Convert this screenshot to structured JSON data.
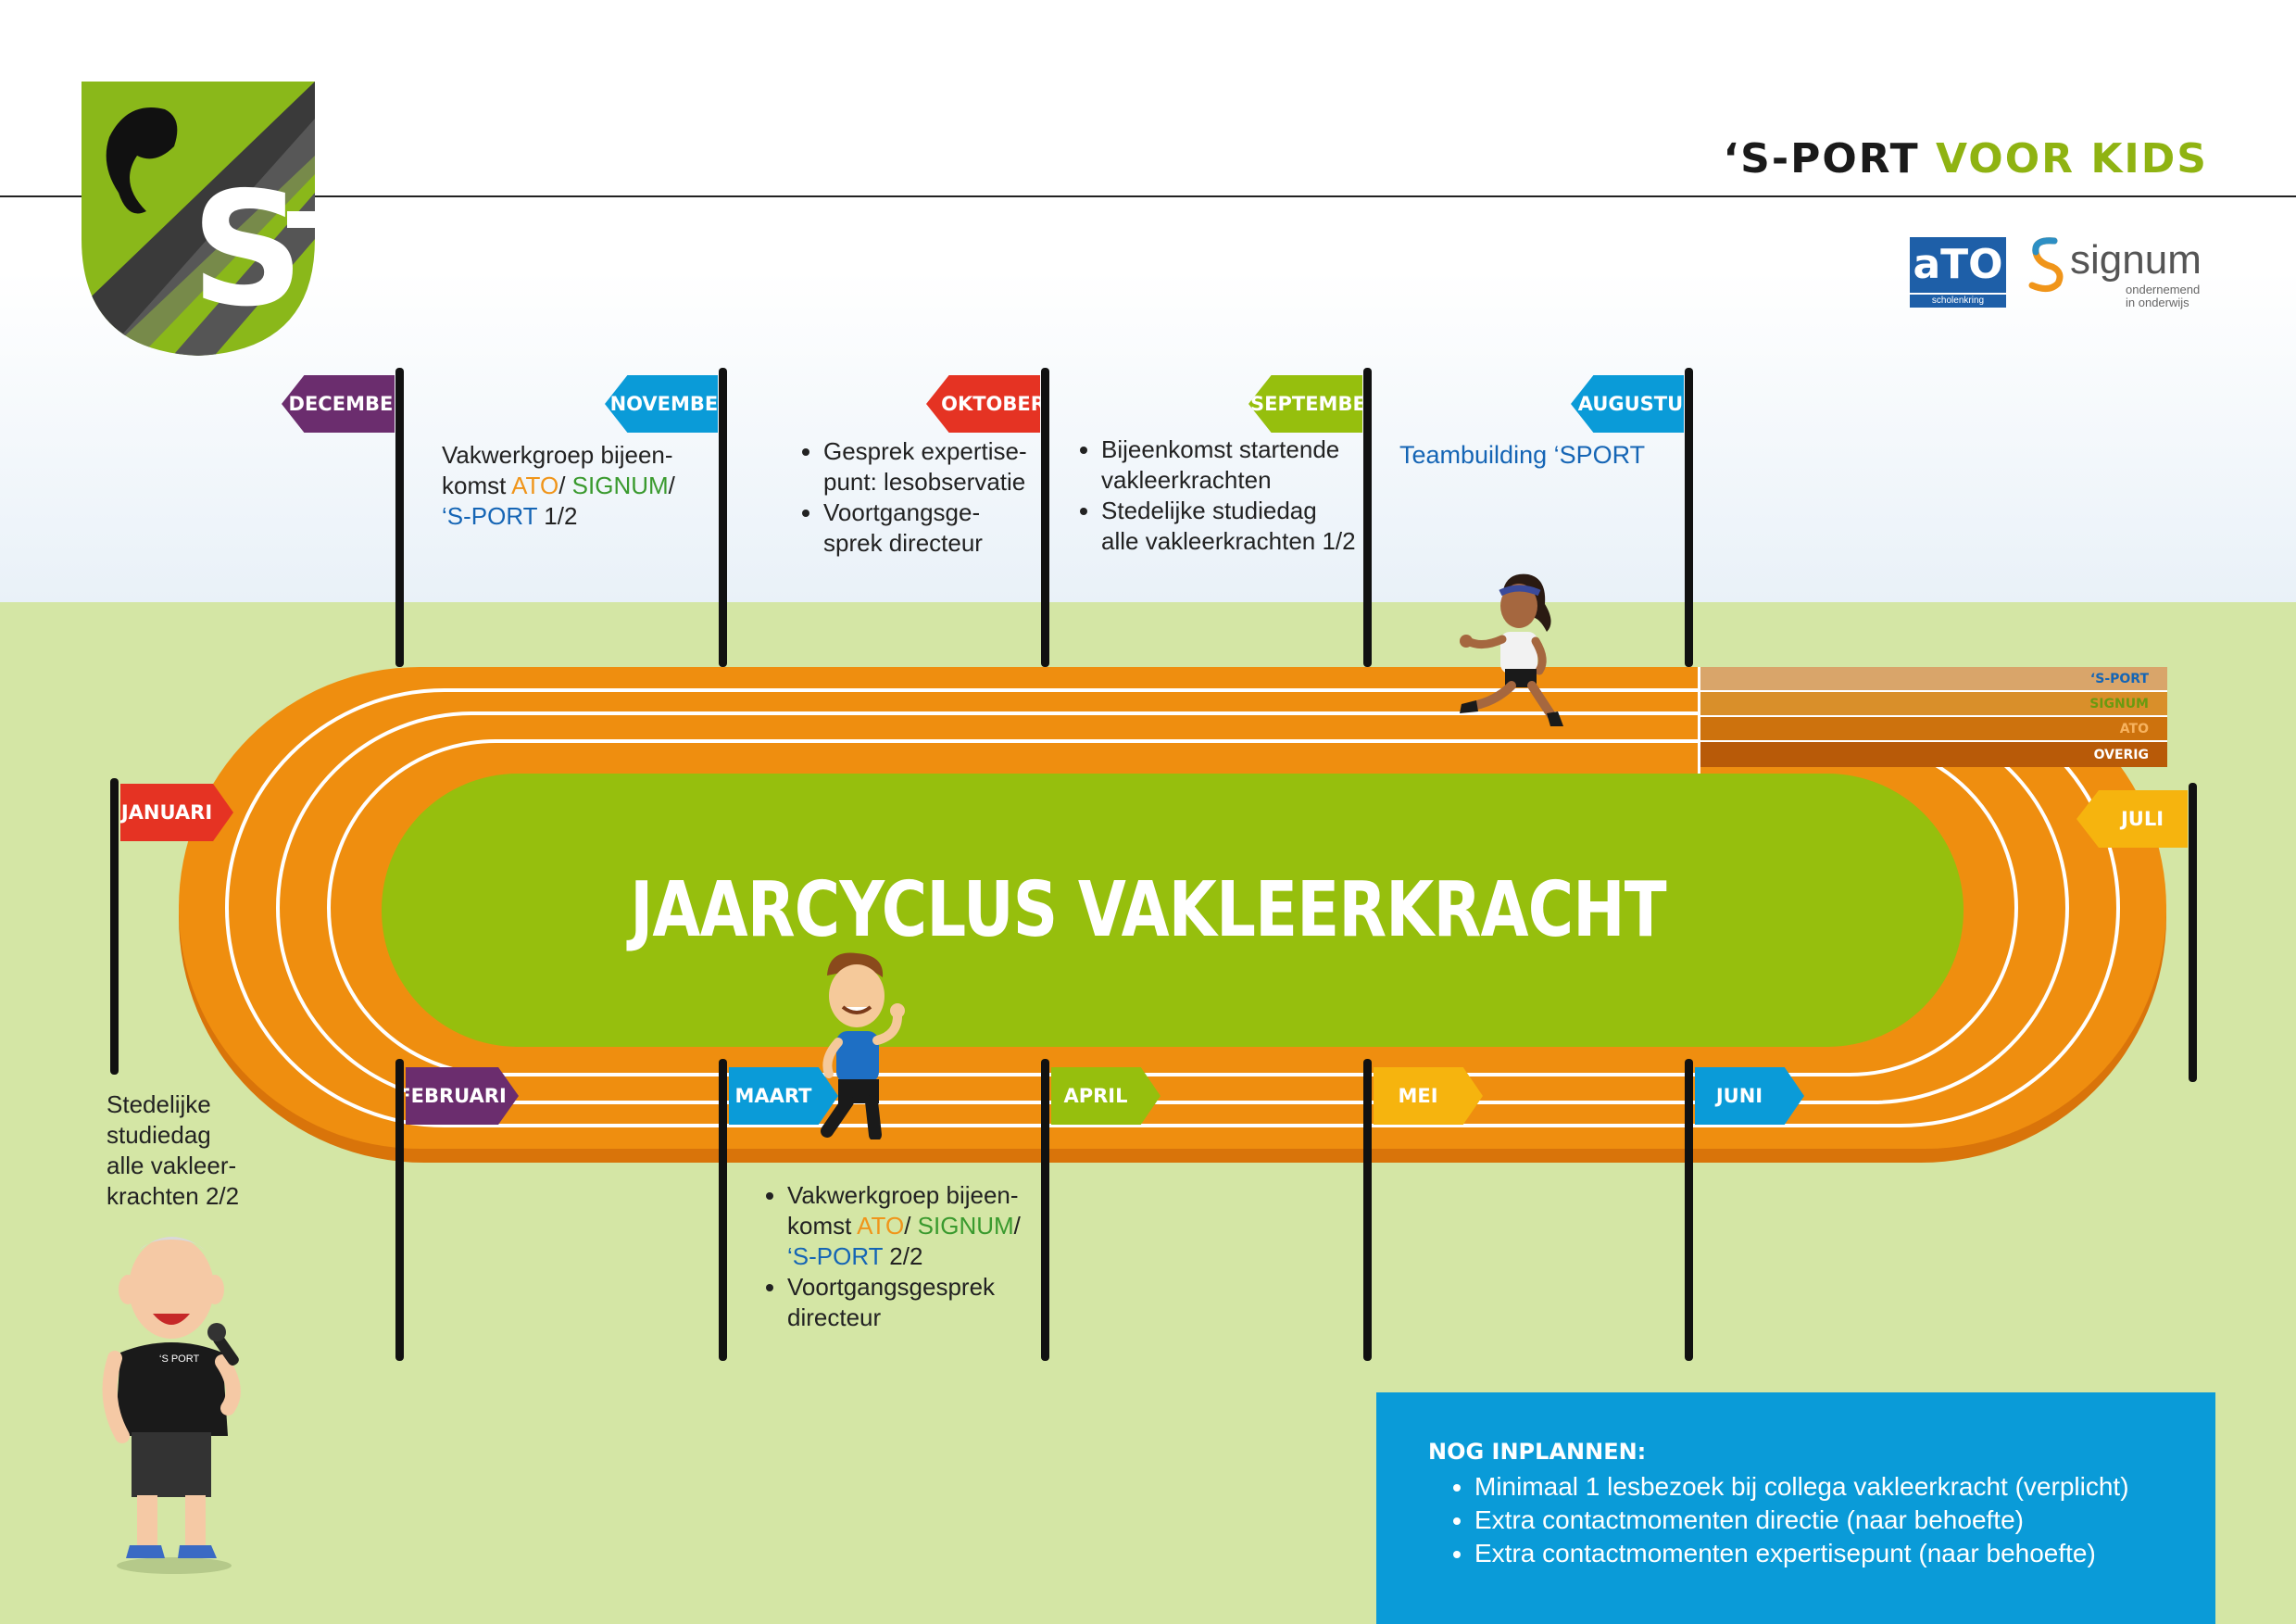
{
  "brand": {
    "part1": "‘S-PORT",
    "part2": "VOOR KIDS"
  },
  "logos": {
    "crest_letter": "S",
    "ato_mark": "aTO",
    "ato_sub": "scholenkring",
    "signum_word": "signum",
    "signum_sub1": "ondernemend",
    "signum_sub2": "in onderwijs"
  },
  "title": "JAARCYCLUS VAKLEERKRACHT",
  "colors": {
    "orange_track": "#ef8e0f",
    "lime": "#96bf0d",
    "purple": "#6b2d6e",
    "blue": "#0a9bd8",
    "red": "#e53323",
    "yellow": "#f6b40e",
    "lightgreen": "#d4e6a5"
  },
  "months": {
    "december": "DECEMBER",
    "november": "NOVEMBER",
    "oktober": "OKTOBER",
    "september": "SEPTEMBER",
    "augustus": "AUGUSTUS",
    "januari": "JANUARI",
    "juli": "JULI",
    "februari": "FEBRUARI",
    "maart": "MAART",
    "april": "APRIL",
    "mei": "MEI",
    "juni": "JUNI"
  },
  "legend": {
    "sport": "‘S-PORT",
    "signum": "SIGNUM",
    "ato": "ATO",
    "overig": "OVERIG"
  },
  "notes": {
    "november": {
      "l1": "Vakwerkgroep bijeen-",
      "l2a": "komst ",
      "ato": "ATO",
      "sep1": "/ ",
      "signum": "SIGNUM",
      "sep2": "/",
      "sport": "‘S-PORT",
      "l3": " 1/2"
    },
    "oktober": {
      "b1a": "Gesprek expertise-",
      "b1b": "punt: lesobservatie",
      "b2a": "Voortgangsge-",
      "b2b": "sprek directeur"
    },
    "september": {
      "b1a": "Bijeenkomst startende",
      "b1b": "vakleerkrachten",
      "b2a": "Stedelijke studiedag",
      "b2b": "alle vakleerkrachten 1/2"
    },
    "augustus": "Teambuilding ‘SPORT",
    "januari": {
      "l1": "Stedelijke",
      "l2": "studiedag",
      "l3": "alle vakleer-",
      "l4": "krachten 2/2"
    },
    "maart": {
      "b1a": "Vakwerkgroep bijeen-",
      "b1b": "komst ",
      "ato": "ATO",
      "sep1": "/ ",
      "signum": "SIGNUM",
      "sep2": "/",
      "sport": "‘S-PORT",
      "b1c": " 2/2",
      "b2a": "Voortgangsgesprek",
      "b2b": "directeur"
    }
  },
  "shirt_text": "‘S PORT",
  "infobox": {
    "title": "NOG INPLANNEN:",
    "items": [
      "Minimaal 1 lesbezoek bij collega vakleerkracht (verplicht)",
      "Extra contactmomenten directie (naar behoefte)",
      "Extra contactmomenten expertisepunt (naar behoefte)"
    ]
  }
}
